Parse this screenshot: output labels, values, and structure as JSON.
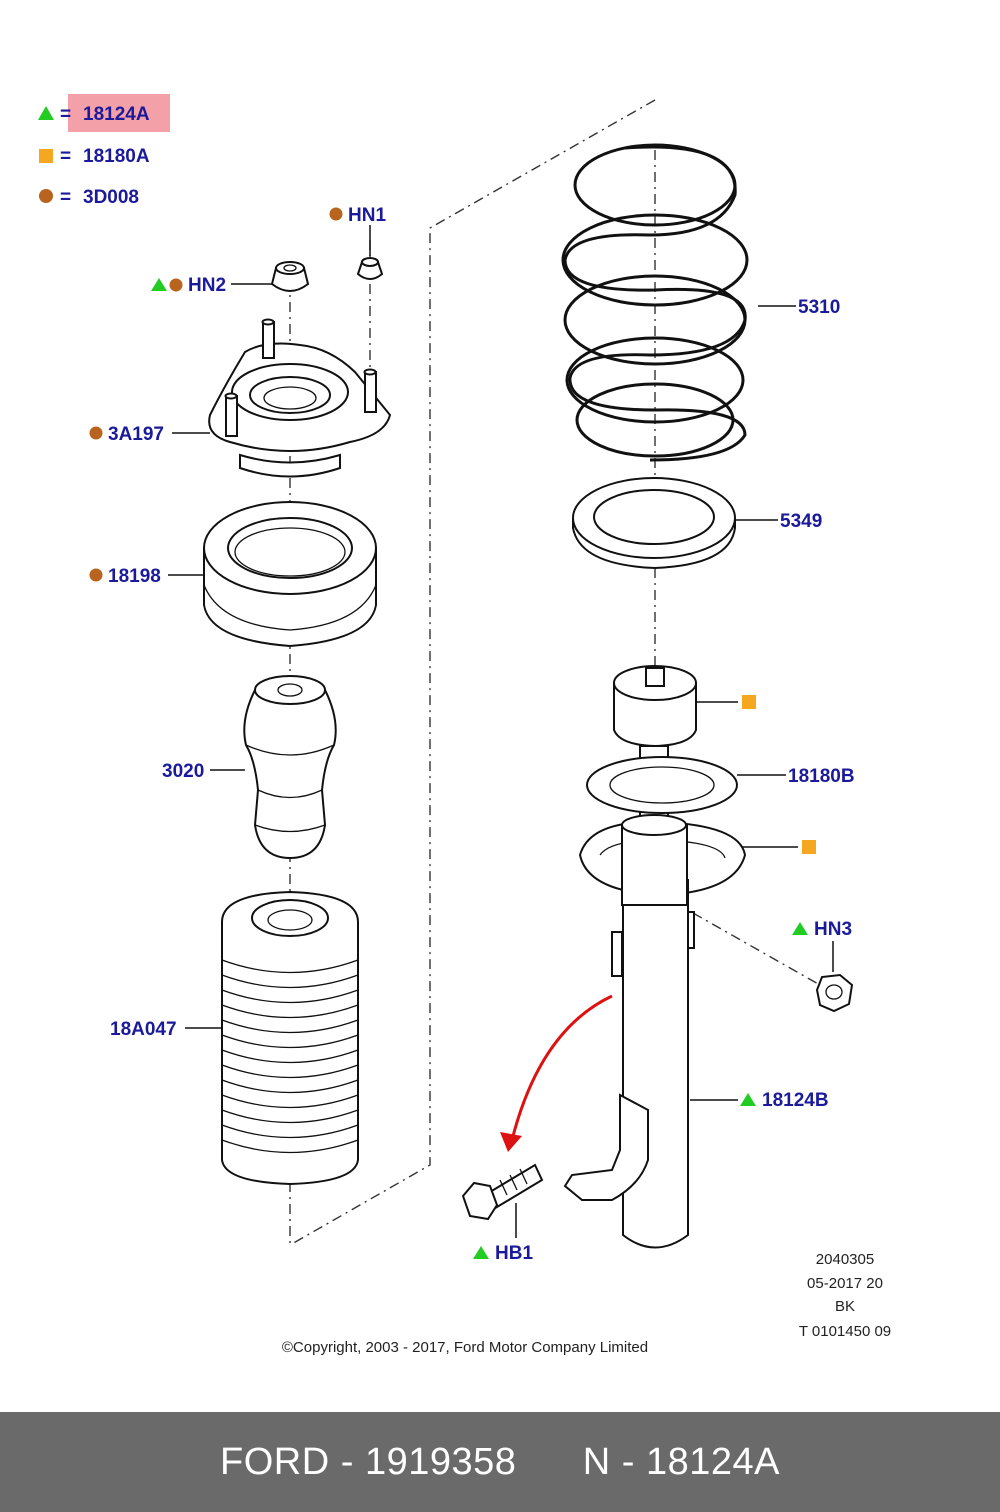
{
  "legend": [
    {
      "text": "18124A",
      "marker": "triangle",
      "color": "#22cc22",
      "highlight": "#f4a0a8"
    },
    {
      "text": "18180A",
      "marker": "square",
      "color": "#f5a81f"
    },
    {
      "text": "3D008",
      "marker": "circle",
      "color": "#b8641e"
    }
  ],
  "legend_eq": "=",
  "callouts": {
    "hn1": "HN1",
    "hn2": "HN2",
    "a3197": "3A197",
    "p18198": "18198",
    "p3020": "3020",
    "p18a047": "18A047",
    "p5310": "5310",
    "p5349": "5349",
    "p18180b": "18180B",
    "hn3": "HN3",
    "p18124b": "18124B",
    "hb1": "HB1"
  },
  "meta": {
    "line1": "2040305",
    "line2": "05-2017 20",
    "line3": "BK",
    "line4": "T 0101450 09"
  },
  "copyright": "©Copyright, 2003 - 2017, Ford Motor Company Limited",
  "footer": {
    "brand_part": "FORD - 1919358",
    "ref": "N - 18124A"
  },
  "colors": {
    "label": "#1a1a9a",
    "triangle": "#22cc22",
    "square": "#f5a81f",
    "circle": "#b8641e",
    "arrow": "#dd1111",
    "footer_bg": "#6a6a6a"
  }
}
